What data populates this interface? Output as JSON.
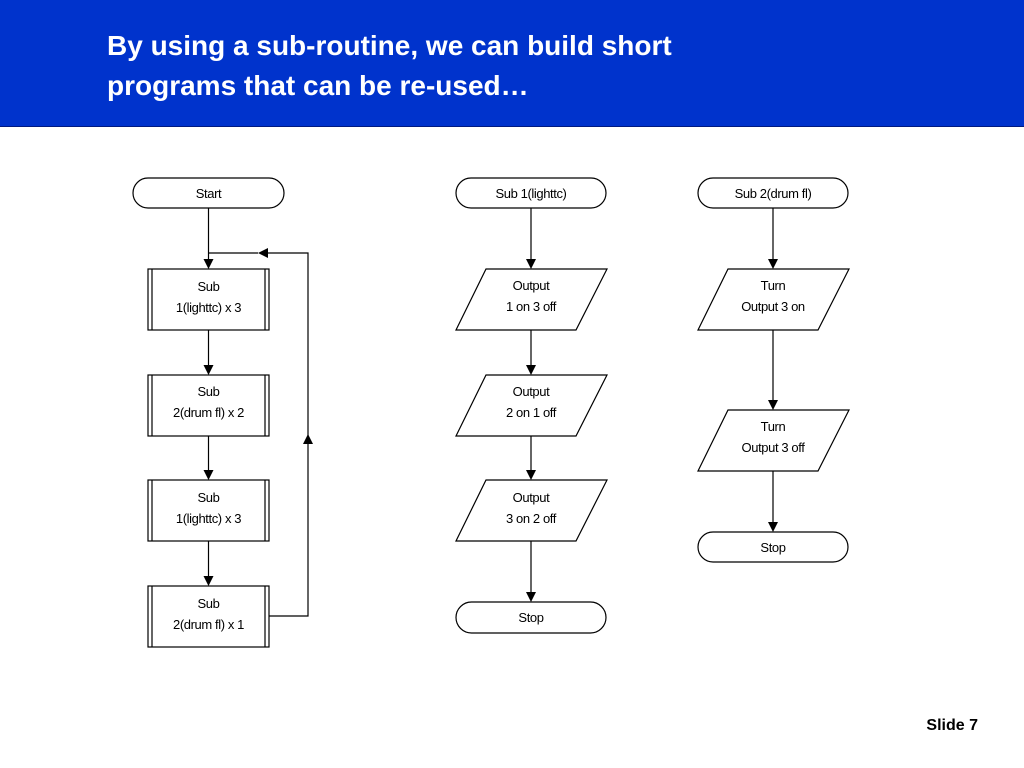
{
  "slide": {
    "title_line1": "By using a sub-routine, we can build short",
    "title_line2": "programs that can be re-used…",
    "slide_number": "Slide 7"
  },
  "colors": {
    "title_bar": "#0033cc",
    "title_text": "#ffffff"
  },
  "flowchart_main": {
    "start": "Start",
    "steps": [
      {
        "line1": "Sub",
        "line2": "1(lighttc) x 3"
      },
      {
        "line1": "Sub",
        "line2": "2(drum fl) x 2"
      },
      {
        "line1": "Sub",
        "line2": "1(lighttc) x 3"
      },
      {
        "line1": "Sub",
        "line2": "2(drum fl) x 1"
      }
    ]
  },
  "flowchart_sub1": {
    "start": "Sub 1(lighttc)",
    "steps": [
      {
        "line1": "Output",
        "line2": "1 on 3 off"
      },
      {
        "line1": "Output",
        "line2": "2 on 1 off"
      },
      {
        "line1": "Output",
        "line2": "3 on 2 off"
      }
    ],
    "stop": "Stop"
  },
  "flowchart_sub2": {
    "start": "Sub 2(drum fl)",
    "steps": [
      {
        "line1": "Turn",
        "line2": "Output 3 on"
      },
      {
        "line1": "Turn",
        "line2": "Output 3 off"
      }
    ],
    "stop": "Stop"
  }
}
